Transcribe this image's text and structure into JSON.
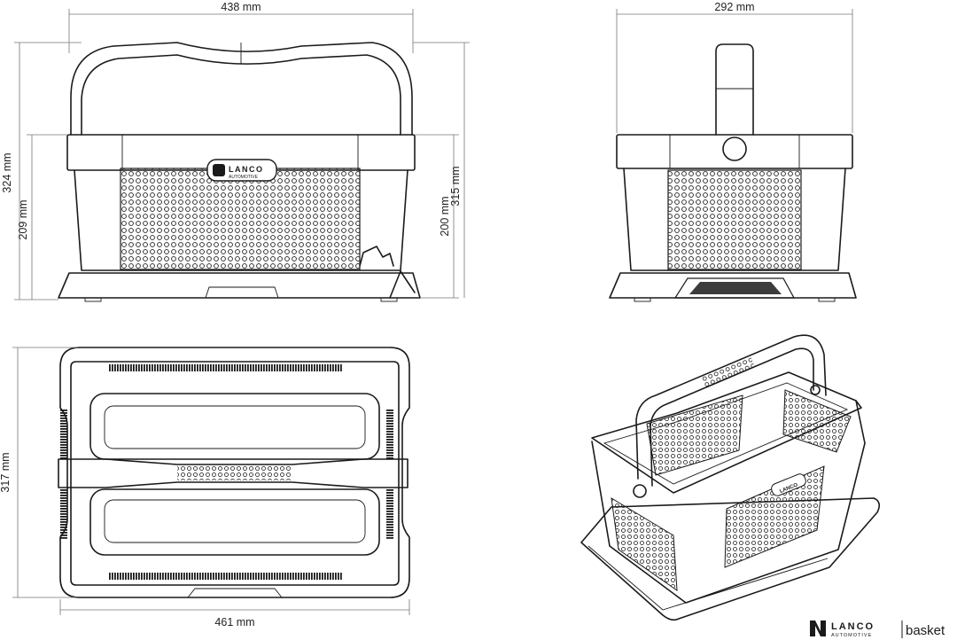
{
  "dimensions": {
    "front_width": "438 mm",
    "side_width": "292 mm",
    "total_height": "324 mm",
    "body_height": "209 mm",
    "mesh_height": "200 mm",
    "side_height": "315 mm",
    "top_depth": "317 mm",
    "top_width": "461 mm"
  },
  "label": {
    "brand": "LANCO",
    "sub": "AUTOMOTIVE"
  },
  "footer": {
    "brand": "LANCO",
    "sub": "AUTOMOTIVE",
    "product": "basket"
  },
  "icons": {
    "logo": "lanco-logo-icon"
  }
}
